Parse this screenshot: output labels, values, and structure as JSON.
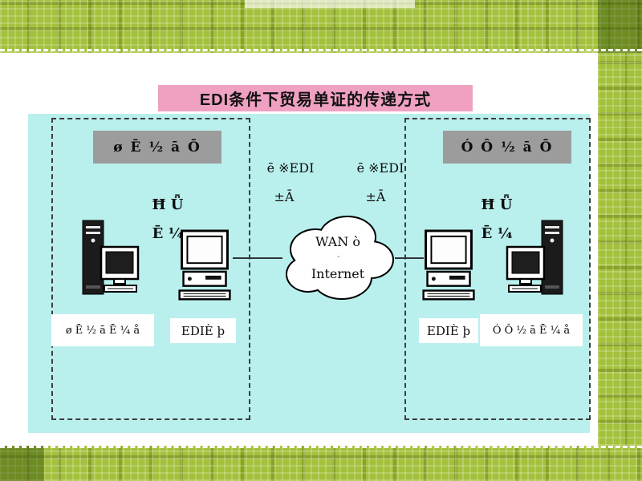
{
  "title": "EDI条件下贸易单证的传递方式",
  "left_region": {
    "header": "ø Ē ½ ā Ō",
    "note_line1": "Ħ Ǖ",
    "note_line2": "Ē ¼",
    "bottom_left_label": "ø Ē ½ ā Ē ¼ å",
    "bottom_right_label": "EDIÈ þ"
  },
  "center_region": {
    "edi_label_left": "ē ※EDI",
    "edi_label_right": "ē ※EDI",
    "edi_sub_left": "±Ā",
    "edi_sub_right": "±Ā",
    "cloud_line1": "WAN ò",
    "cloud_line2": "Internet"
  },
  "right_region": {
    "header": "Ó Ô ½ ā Ō",
    "note_line1": "Ħ Ǖ",
    "note_line2": "Ē ¼",
    "bottom_left_label": "EDIÈ þ",
    "bottom_right_label": "Ó Ô ½ ā Ē ¼ å"
  },
  "colors": {
    "border_green": "#a4c13c",
    "border_green_dark": "#5d7a16",
    "panel_cyan": "#b9f0ee",
    "title_pink": "#f0a1c2",
    "header_gray": "#9c9c9c"
  }
}
